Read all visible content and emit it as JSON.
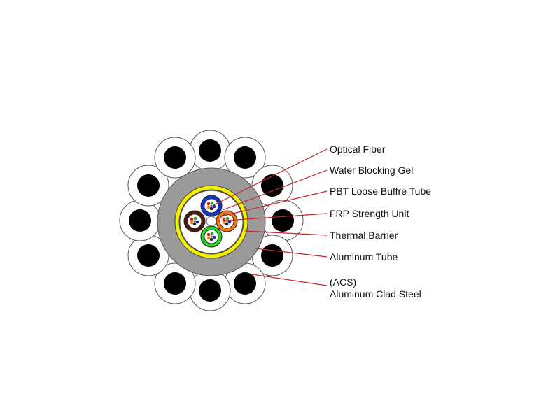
{
  "labels": {
    "optical_fiber": "Optical Fiber",
    "water_blocking_gel": "Water Blocking Gel",
    "pbt_loose_tube": "PBT Loose Buffre Tube",
    "frp_strength_unit": "FRP Strength Unit",
    "thermal_barrier": "Thermal Barrier",
    "aluminum_tube": "Aluminum Tube",
    "acs_abbrev": "(ACS)",
    "acs_full": "Aluminum Clad Steel"
  },
  "colors": {
    "leader_line": "#c0282a",
    "aluminum_tube": "#9a9a9a",
    "thermal_barrier": "#f3f000",
    "gel": "#ffffff",
    "acs_core": "#000000",
    "acs_cladding": "#ffffff",
    "tube_blue": "#1638c8",
    "tube_orange": "#f07818",
    "tube_green": "#28d22a",
    "tube_brown": "#4a1a0c"
  }
}
